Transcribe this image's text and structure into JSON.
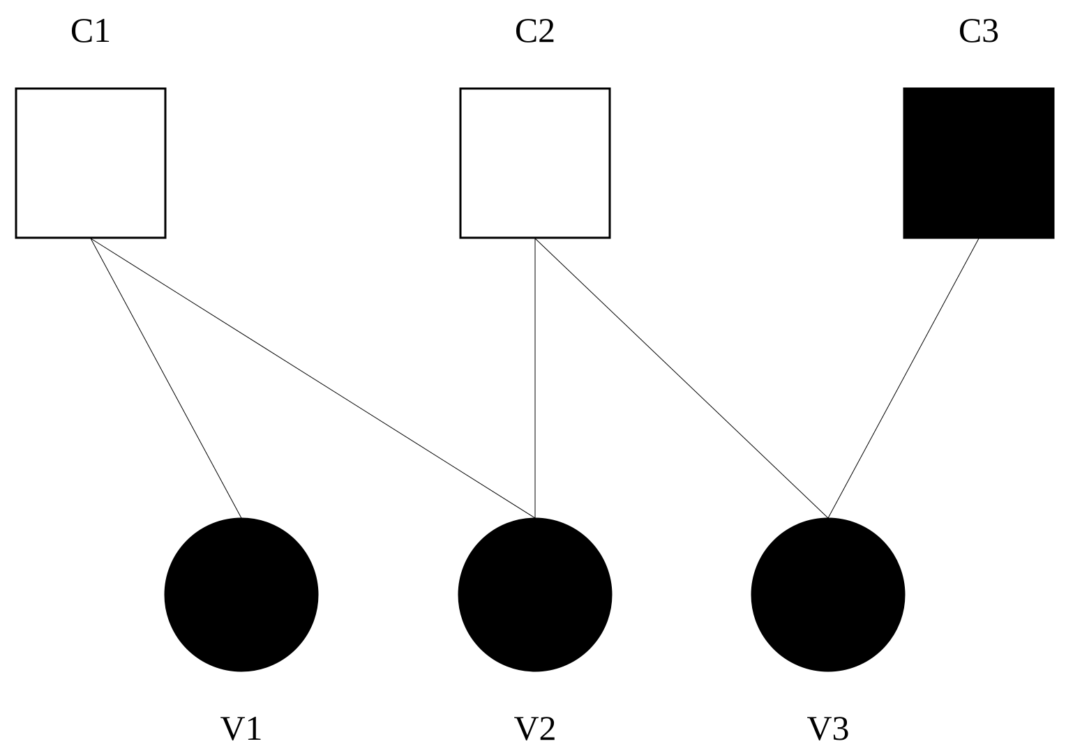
{
  "diagram": {
    "check_nodes": [
      {
        "id": "C1",
        "label": "C1",
        "filled": false
      },
      {
        "id": "C2",
        "label": "C2",
        "filled": false
      },
      {
        "id": "C3",
        "label": "C3",
        "filled": true
      }
    ],
    "variable_nodes": [
      {
        "id": "V1",
        "label": "V1",
        "filled": true
      },
      {
        "id": "V2",
        "label": "V2",
        "filled": true
      },
      {
        "id": "V3",
        "label": "V3",
        "filled": true
      }
    ],
    "edges": [
      {
        "from": "C1",
        "to": "V1"
      },
      {
        "from": "C1",
        "to": "V2"
      },
      {
        "from": "C2",
        "to": "V2"
      },
      {
        "from": "C2",
        "to": "V3"
      },
      {
        "from": "C3",
        "to": "V3"
      }
    ],
    "colors": {
      "stroke": "#000000",
      "fill": "#000000",
      "background": "#ffffff"
    }
  }
}
